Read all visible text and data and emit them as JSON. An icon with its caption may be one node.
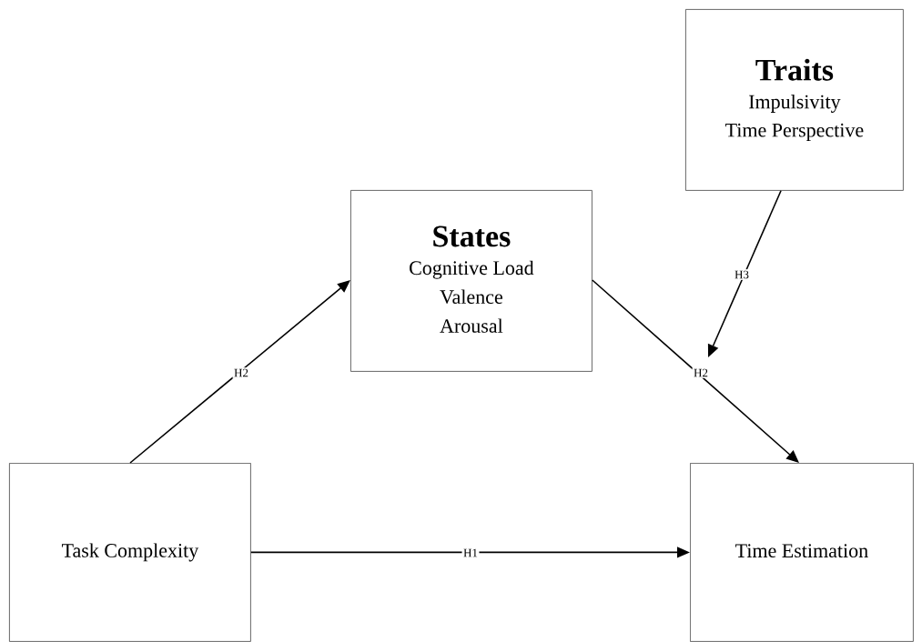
{
  "diagram": {
    "nodes": [
      {
        "text": [
          "Traits",
          "Impulsivity",
          "Time Perspective"
        ]
      },
      {
        "text": [
          "States",
          "Cognitive Load",
          "Valence",
          "Arousal"
        ]
      },
      {
        "text": [
          "Task Complexity"
        ]
      },
      {
        "text": [
          "Time Estimation"
        ]
      }
    ],
    "edges": [
      {
        "from": 2,
        "to": 1,
        "arrow": "to",
        "label": "H2"
      },
      {
        "from": 1,
        "to": 3,
        "arrow": "to",
        "label": "H2"
      },
      {
        "from": 0,
        "to": null,
        "arrow": "to",
        "label": "H3"
      },
      {
        "from": 2,
        "to": 3,
        "arrow": "to",
        "label": "H1"
      }
    ]
  }
}
